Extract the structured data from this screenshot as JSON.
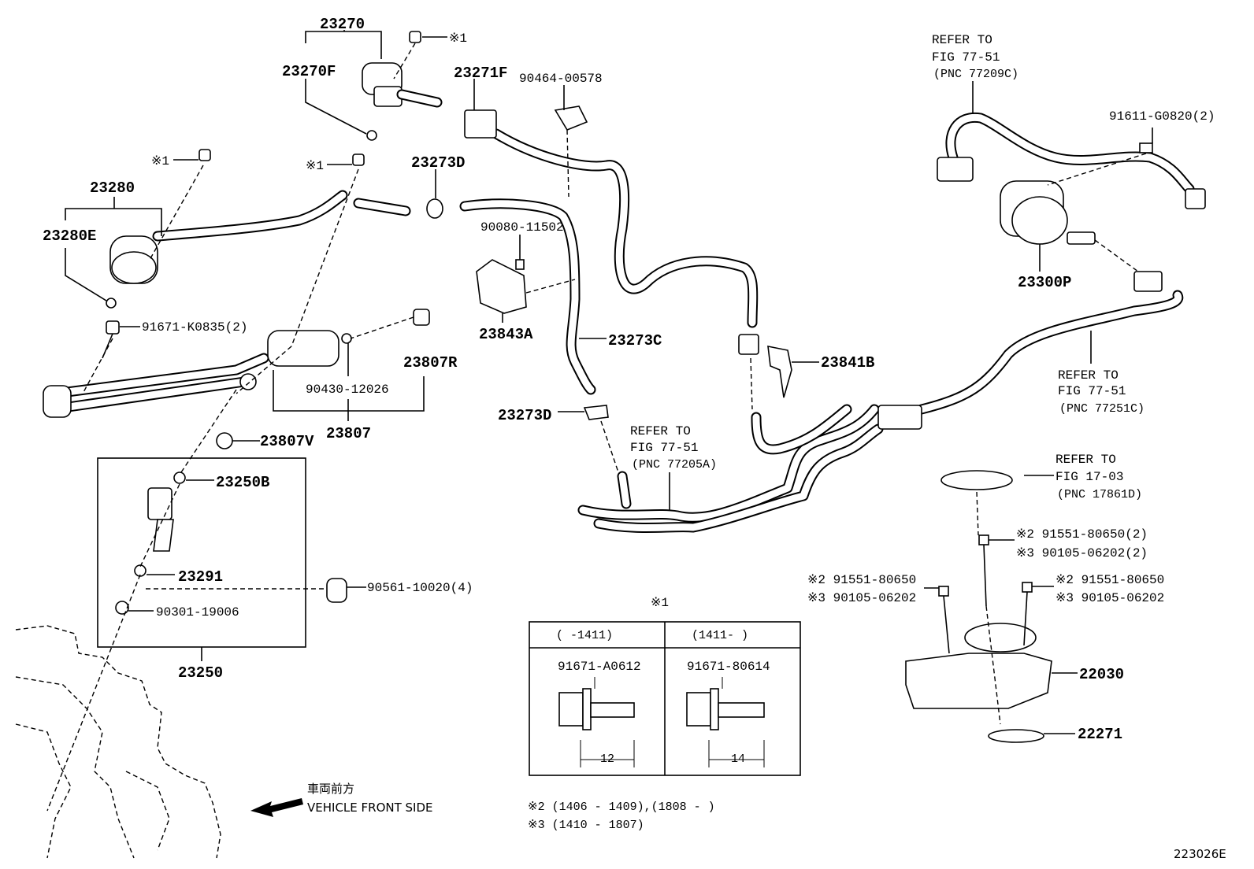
{
  "diagram_id": "223026E",
  "labels": {
    "p23270": "23270",
    "p23270F": "23270F",
    "p23280": "23280",
    "p23280E": "23280E",
    "p23271F": "23271F",
    "p90464": "90464-00578",
    "p23273D_top": "23273D",
    "p90080": "90080-11502",
    "p23843A": "23843A",
    "p23273C": "23273C",
    "p23273D_mid": "23273D",
    "p91671K": "91671-K0835(2)",
    "p23807R": "23807R",
    "p90430": "90430-12026",
    "p23807": "23807",
    "p23807V": "23807V",
    "p23250B": "23250B",
    "p23291": "23291",
    "p90561": "90561-10020(4)",
    "p90301": "90301-19006",
    "p23250": "23250",
    "p23841B": "23841B",
    "p23300P": "23300P",
    "p91611": "91611-G0820(2)",
    "p22030": "22030",
    "p22271": "22271"
  },
  "marks": {
    "m1": "※1",
    "m1b": "※1",
    "m1c": "※1",
    "m1d": "※1"
  },
  "refers": {
    "r1": {
      "line1": "REFER TO",
      "line2": "FIG 77-51",
      "line3": "(PNC 77209C)"
    },
    "r2": {
      "line1": "REFER TO",
      "line2": "FIG 77-51",
      "line3": "(PNC 77251C)"
    },
    "r3": {
      "line1": "REFER TO",
      "line2": "FIG 77-51",
      "line3": "(PNC 77205A)"
    },
    "r4": {
      "line1": "REFER TO",
      "line2": "FIG 17-03",
      "line3": "(PNC 17861D)"
    }
  },
  "bolt_notes": {
    "a1": "※2 91551-80650(2)",
    "a2": "※3 90105-06202(2)",
    "b1": "※2 91551-80650",
    "b2": "※3 90105-06202",
    "c1": "※2 91551-80650",
    "c2": "※3 90105-06202"
  },
  "inset": {
    "title": "※1",
    "col1_head": "(     -1411)",
    "col2_head": "(1411-     )",
    "col1_part": "91671-A0612",
    "col2_part": "91671-80614",
    "col1_dim": "12",
    "col2_dim": "14"
  },
  "footnotes": {
    "f2": "※2 (1406 - 1409),(1808 -      )",
    "f3": "※3 (1410 - 1807)"
  },
  "direction": {
    "jp": "車両前方",
    "en": "VEHICLE FRONT SIDE"
  }
}
